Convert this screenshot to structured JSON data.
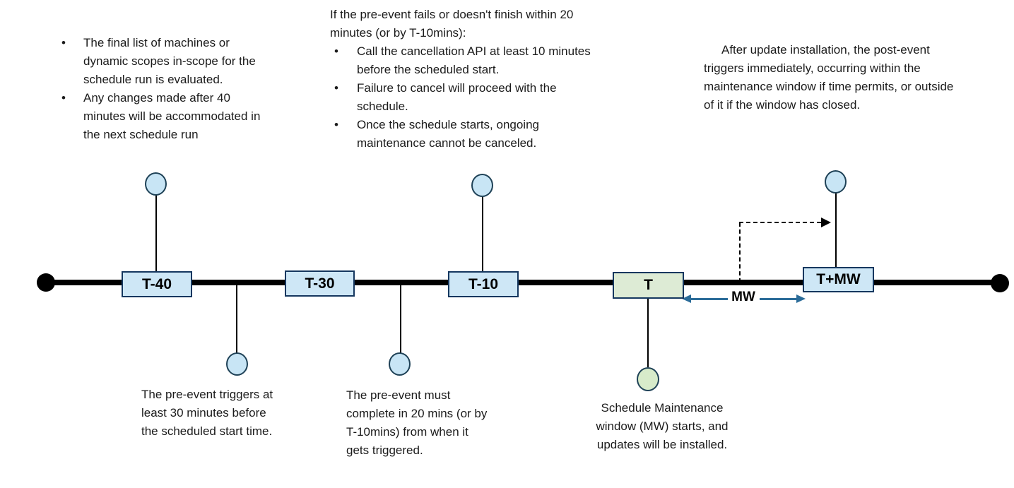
{
  "colors": {
    "box_blue": "#CEE7F6",
    "box_green": "#DDEBD5",
    "node_blue": "#C8E5F5",
    "node_green": "#D7EBCA",
    "box_border": "#15375F",
    "node_border": "#1F4257",
    "mw_arrow": "#2B6C99",
    "timeline": "#000000"
  },
  "timeline": {
    "milestones": [
      {
        "label": "T-40"
      },
      {
        "label": "T-30"
      },
      {
        "label": "T-10"
      },
      {
        "label": "T"
      },
      {
        "label": "T+MW"
      }
    ],
    "mw_label": "MW"
  },
  "notes": {
    "left_bullets": {
      "items": [
        "The final list of machines or dynamic scopes in-scope for the schedule run is evaluated.",
        "Any changes made after 40 minutes will be accommodated in the next schedule run"
      ]
    },
    "cancel_note": {
      "intro": "If the pre-event fails or doesn't finish within 20 minutes (or by T-10mins):",
      "items": [
        "Call the cancellation API at least 10 minutes before the scheduled start.",
        "Failure to cancel will proceed with the schedule.",
        "Once the schedule starts, ongoing maintenance cannot be canceled."
      ]
    },
    "post_event_note": "After update installation, the post-event triggers immediately, occurring within the maintenance window if time permits, or outside of it if the window has closed.",
    "pre_event_trigger_note": "The pre-event triggers at least 30 minutes before the scheduled start time.",
    "pre_event_complete_note": "The pre-event must complete in 20 mins (or by T-10mins) from when it gets triggered.",
    "mw_start_note": "Schedule Maintenance window (MW) starts, and updates will be installed."
  }
}
